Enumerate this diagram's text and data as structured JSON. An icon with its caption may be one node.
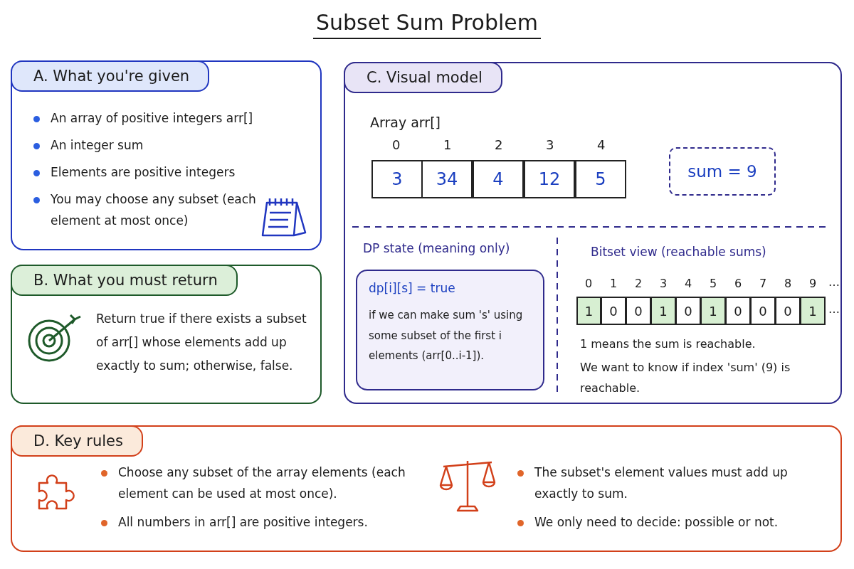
{
  "diagram": {
    "title": "Subset Sum Problem",
    "nodes": [
      {
        "text": [
          "A. What you're given",
          "An array of positive integers arr[]",
          "An integer sum",
          "Elements are positive integers",
          "You may choose any subset (each element at most once)"
        ]
      },
      {
        "text": [
          "B. What you must return",
          "Return true if there exists a subset of arr[] whose elements add up exactly to sum; otherwise, false."
        ]
      },
      {
        "text": [
          "C. Visual model",
          "Array arr[]"
        ]
      },
      {
        "text": [
          "3"
        ],
        "in": 2,
        "beside": [
          "0"
        ]
      },
      {
        "text": [
          "34"
        ],
        "in": 2,
        "beside": [
          "1"
        ]
      },
      {
        "text": [
          "4"
        ],
        "in": 2,
        "beside": [
          "2"
        ]
      },
      {
        "text": [
          "12"
        ],
        "in": 2,
        "beside": [
          "3"
        ]
      },
      {
        "text": [
          "5"
        ],
        "in": 2,
        "beside": [
          "4"
        ]
      },
      {
        "text": [
          "sum = 9"
        ],
        "in": 2
      },
      {
        "text": [
          "DP state (meaning only)",
          "dp[i][s] = true",
          "if we can make sum 's' using some subset of the first i elements (arr[0..i-1])."
        ],
        "in": 2
      },
      {
        "text": [
          "1"
        ],
        "in": 2,
        "beside": [
          "0"
        ]
      },
      {
        "text": [
          "0"
        ],
        "in": 2,
        "beside": [
          "1"
        ]
      },
      {
        "text": [
          "0"
        ],
        "in": 2,
        "beside": [
          "2"
        ]
      },
      {
        "text": [
          "1"
        ],
        "in": 2,
        "beside": [
          "3"
        ]
      },
      {
        "text": [
          "0"
        ],
        "in": 2,
        "beside": [
          "4"
        ]
      },
      {
        "text": [
          "1"
        ],
        "in": 2,
        "beside": [
          "5"
        ]
      },
      {
        "text": [
          "0"
        ],
        "in": 2,
        "beside": [
          "6"
        ]
      },
      {
        "text": [
          "0"
        ],
        "in": 2,
        "beside": [
          "7"
        ]
      },
      {
        "text": [
          "0"
        ],
        "in": 2,
        "beside": [
          "8"
        ]
      },
      {
        "text": [
          "1"
        ],
        "in": 2,
        "beside": [
          "9"
        ]
      },
      {
        "text": [
          "D. Key rules",
          "Choose any subset of the array elements (each element can be used at most once).",
          "All numbers in arr[] are positive integers.",
          "The subset's element values must add up exactly to sum.",
          "We only need to decide: possible or not."
        ]
      }
    ],
    "edges": [],
    "labels": [
      "Bitset view (reachable sums)",
      "…",
      "…",
      "1 means the sum is reachable.",
      "We want to know if index 'sum' (9) is reachable."
    ]
  }
}
